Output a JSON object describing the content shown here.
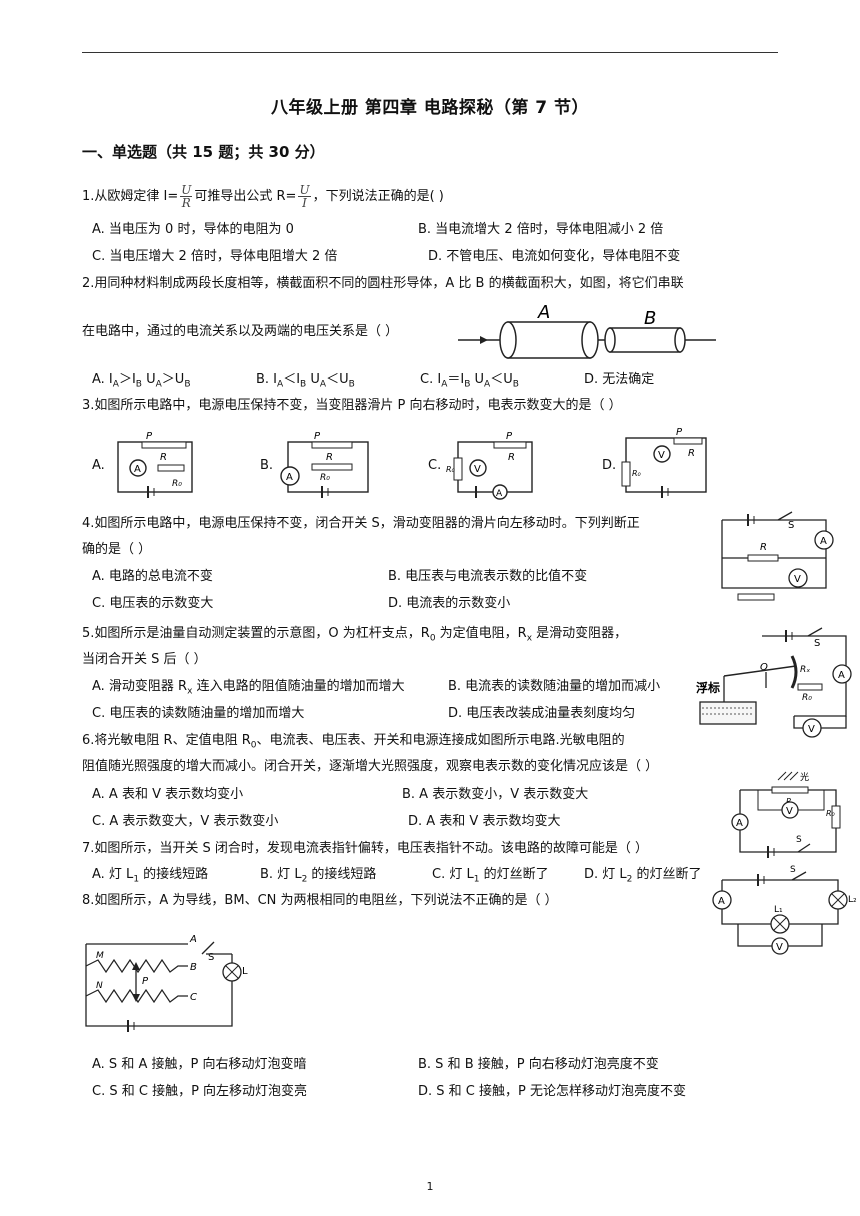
{
  "title": "八年级上册  第四章  电路探秘（第 7 节）",
  "section": "一、单选题（共 15 题；共 30 分）",
  "page_number": "1",
  "q1": {
    "pre": "1.从欧姆定律 I=",
    "mid": "可推导出公式 R=",
    "post": "，下列说法正确的是(    )",
    "frac1": {
      "num": "U",
      "den": "R"
    },
    "frac2": {
      "num": "U",
      "den": "I"
    },
    "A": "A. 当电压为 0 时，导体的电阻为 0",
    "B": "B. 当电流增大 2 倍时，导体电阻减小 2 倍",
    "C": "C. 当电压增大 2 倍时，导体电阻增大 2 倍",
    "D": "D. 不管电压、电流如何变化，导体电阻不变"
  },
  "q2": {
    "line1": "2.用同种材料制成两段长度相等，横截面积不同的圆柱形导体，A 比 B 的横截面积大，如图，将它们串联",
    "line2": "在电路中，通过的电流关系以及两端的电压关系是（     ）",
    "label_a": "A",
    "label_b": "B",
    "A": "A. IA＞IB UA＞UB",
    "B": "B. IA＜IB UA＜UB",
    "C": "C. IA＝IB UA＜UB",
    "D": "D. 无法确定"
  },
  "q3": {
    "stem": "3.如图所示电路中，电源电压保持不变，当变阻器滑片 P 向右移动时，电表示数变大的是（     ）",
    "A": "A.",
    "B": "B.",
    "C": "C.",
    "D": "D."
  },
  "q4": {
    "line1": "4.如图所示电路中，电源电压保持不变，闭合开关 S，滑动变阻器的滑片向左移动时。下列判断正",
    "line2": "确的是（     ）",
    "A": "A. 电路的总电流不变",
    "B": "B. 电压表与电流表示数的比值不变",
    "C": "C. 电压表的示数变大",
    "D": "D. 电流表的示数变小"
  },
  "q5": {
    "line1": "5.如图所示是油量自动测定装置的示意图，O 为杠杆支点，R0 为定值电阻，Rx 是滑动变阻器，",
    "line2": "当闭合开关 S 后（     ）",
    "A": "A. 滑动变阻器 Rx 连入电路的阻值随油量的增加而增大",
    "B": "B. 电流表的读数随油量的增加而减小",
    "C": "C. 电压表的读数随油量的增加而增大",
    "D": "D. 电压表改装成油量表刻度均匀",
    "float_label": "浮标"
  },
  "q6": {
    "line1": "6.将光敏电阻 R、定值电阻 R0、电流表、电压表、开关和电源连接成如图所示电路.光敏电阻的",
    "line2": "阻值随光照强度的增大而减小。闭合开关，逐渐增大光照强度，观察电表示数的变化情况应该是（     ）",
    "A": "A. A 表和 V 表示数均变小",
    "B": "B. A 表示数变小，V 表示数变大",
    "C": "C. A 表示数变大，V 表示数变小",
    "D": "D. A 表和 V 表示数均变大",
    "light_label": "光"
  },
  "q7": {
    "stem": "7.如图所示，当开关 S 闭合时，发现电流表指针偏转，电压表指针不动。该电路的故障可能是（     ）",
    "A": "A. 灯 L1 的接线短路",
    "B": "B. 灯 L2 的接线短路",
    "C": "C. 灯 L1 的灯丝断了",
    "D": "D. 灯 L2 的灯丝断了"
  },
  "q8": {
    "stem": "8.如图所示，A 为导线，BM、CN 为两根相同的电阻丝，下列说法不正确的是（     ）",
    "A": "A. S 和 A 接触，P 向右移动灯泡变暗",
    "B": "B. S 和 B 接触，P 向右移动灯泡亮度不变",
    "C": "C. S 和 C 接触，P 向左移动灯泡变亮",
    "D": "D. S 和 C 接触，P 无论怎样移动灯泡亮度不变"
  }
}
